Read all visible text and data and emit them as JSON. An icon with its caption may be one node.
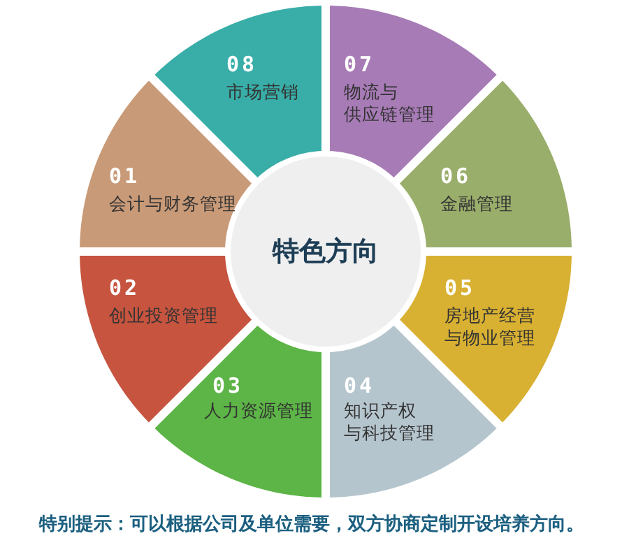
{
  "diagram": {
    "nodes": [
      {
        "text": [
          "特色方向"
        ]
      },
      {
        "text": [
          "01",
          "会计与财务管理"
        ]
      },
      {
        "text": [
          "02",
          "创业投资管理"
        ]
      },
      {
        "text": [
          "03",
          "人力资源管理"
        ]
      },
      {
        "text": [
          "04",
          "知识产权与科技管理"
        ]
      },
      {
        "text": [
          "05",
          "房地产经营与物业管理"
        ]
      },
      {
        "text": [
          "06",
          "金融管理"
        ]
      },
      {
        "text": [
          "07",
          "物流与供应链管理"
        ]
      },
      {
        "text": [
          "08",
          "市场营销"
        ]
      }
    ],
    "labels": [
      "特别提示：可以根据公司及单位需要，双方协商定制开设培养方向。"
    ]
  }
}
